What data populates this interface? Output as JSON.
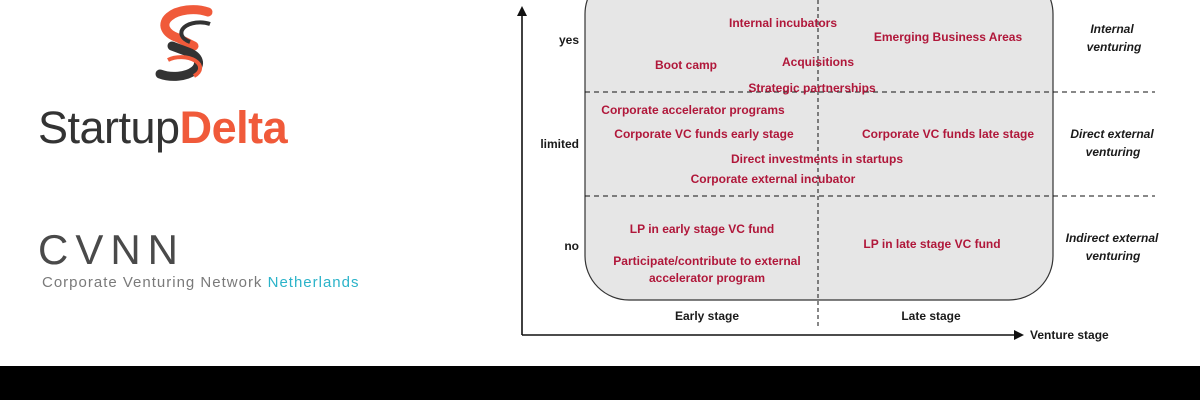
{
  "logos": {
    "startupdelta": {
      "part1": "Startup",
      "part2": "Delta",
      "accent_color": "#f05a3a"
    },
    "cvnn": {
      "title": "CVNN",
      "subtitle_main": "Corporate Venturing Network ",
      "subtitle_accent": "Netherlands",
      "accent_color": "#2bb3c9"
    }
  },
  "diagram": {
    "y_levels": {
      "yes": "yes",
      "limited": "limited",
      "no": "no"
    },
    "x_stages": {
      "early": "Early stage",
      "late": "Late stage"
    },
    "x_axis_label": "Venture stage",
    "categories": {
      "internal_line1": "Internal",
      "internal_line2": "venturing",
      "direct_line1": "Direct external",
      "direct_line2": "venturing",
      "indirect_line1": "Indirect external",
      "indirect_line2": "venturing"
    },
    "items": {
      "internal_incubators": "Internal incubators",
      "emerging_business_areas": "Emerging Business Areas",
      "boot_camp": "Boot camp",
      "acquisitions": "Acquisitions",
      "strategic_partnerships": "Strategic partnerships",
      "corporate_accelerator_programs": "Corporate accelerator programs",
      "corporate_vc_early": "Corporate VC funds early stage",
      "corporate_vc_late": "Corporate VC funds late stage",
      "direct_investments": "Direct investments in startups",
      "corporate_external_incubator": "Corporate external incubator",
      "lp_early": "LP in early stage VC fund",
      "lp_late": "LP in late stage VC fund",
      "participate_line1": "Participate/contribute to external",
      "participate_line2": "accelerator program"
    },
    "colors": {
      "item_text": "#b0173a",
      "box_fill": "#e6e6e6"
    }
  }
}
